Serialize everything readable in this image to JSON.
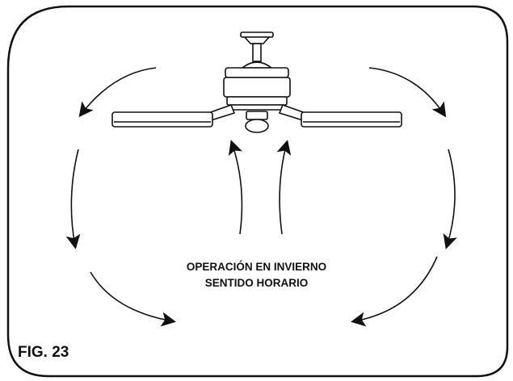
{
  "caption": {
    "line1": "OPERACIÓN EN INVIERNO",
    "line2": "SENTIDO HORARIO"
  },
  "figure_label": "FIG. 23",
  "colors": {
    "stroke": "#111111",
    "fill_light": "#ffffff",
    "background": "#ffffff"
  }
}
